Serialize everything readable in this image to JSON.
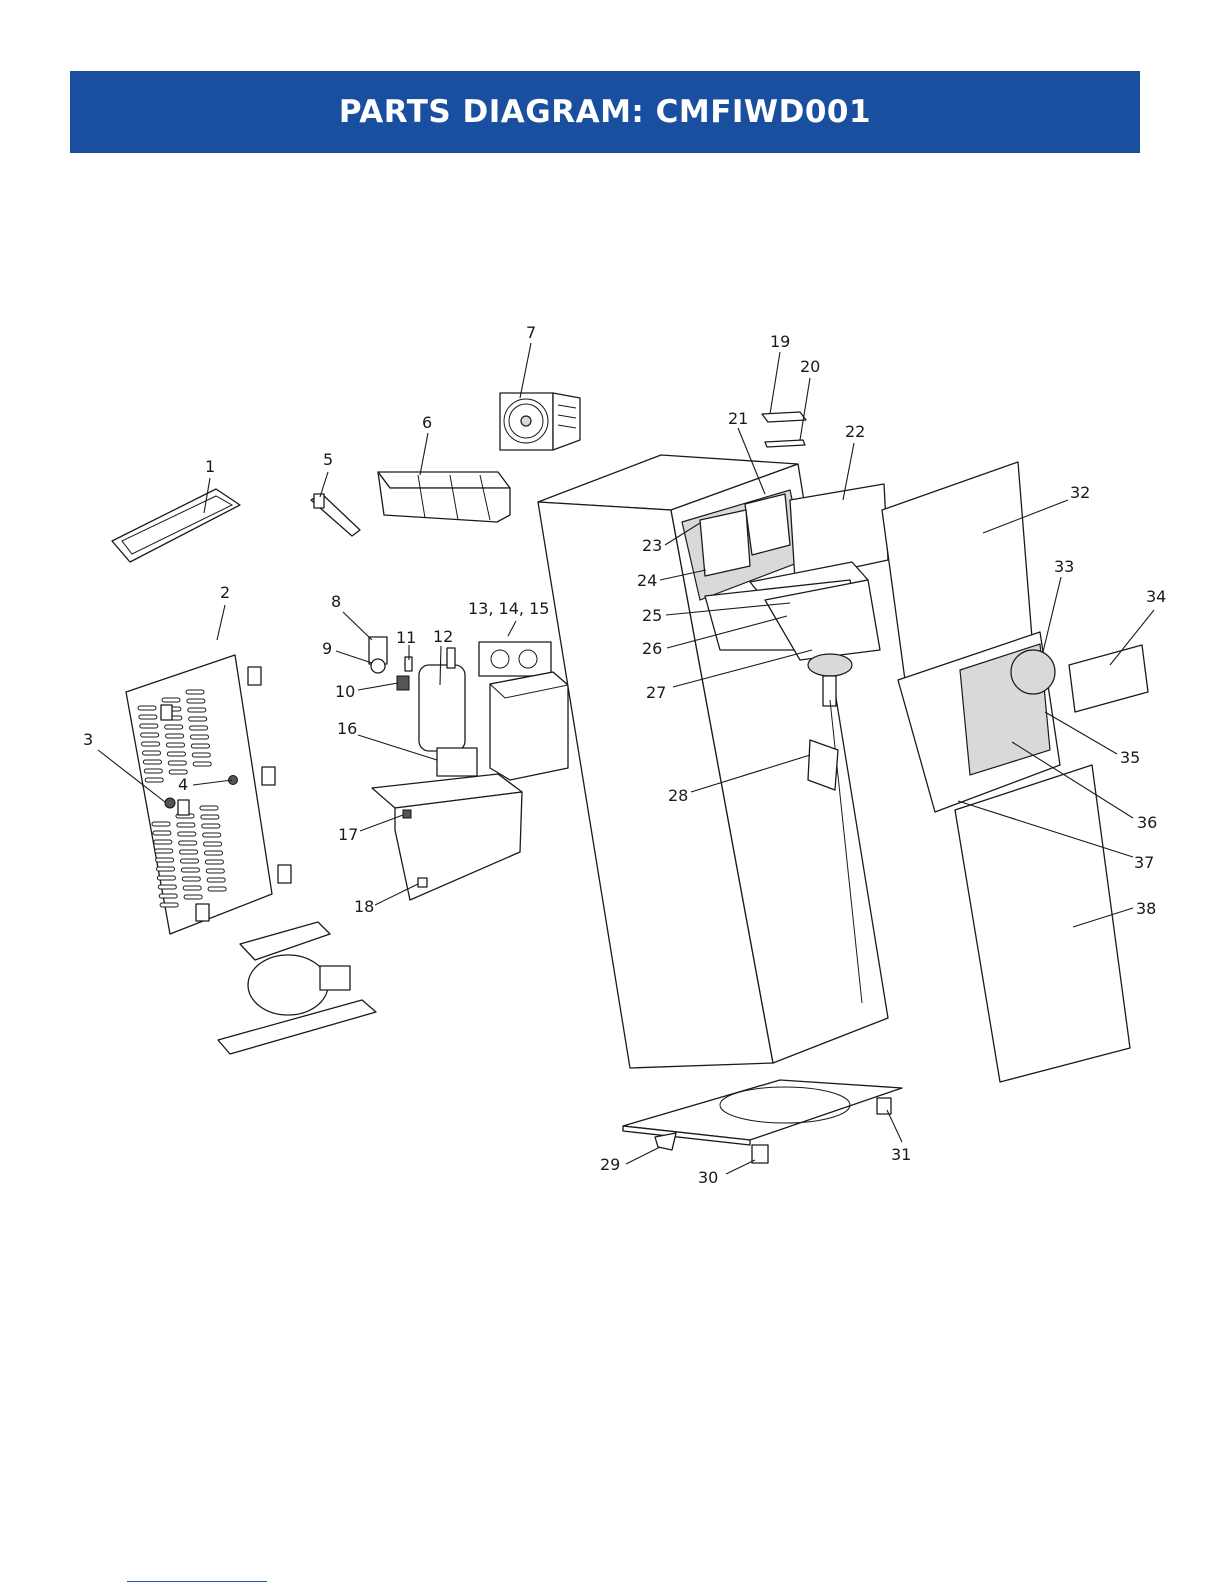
{
  "header": {
    "title": "PARTS DIAGRAM: CMFIWD001",
    "color": "#1a4f9f"
  },
  "diagram": {
    "callouts": [
      "1",
      "2",
      "3",
      "4",
      "5",
      "6",
      "7",
      "8",
      "9",
      "10",
      "11",
      "12",
      "13, 14, 15",
      "16",
      "17",
      "18",
      "19",
      "20",
      "21",
      "22",
      "23",
      "24",
      "25",
      "26",
      "27",
      "28",
      "29",
      "30",
      "31",
      "32",
      "33",
      "34",
      "35",
      "36",
      "37",
      "38"
    ]
  }
}
